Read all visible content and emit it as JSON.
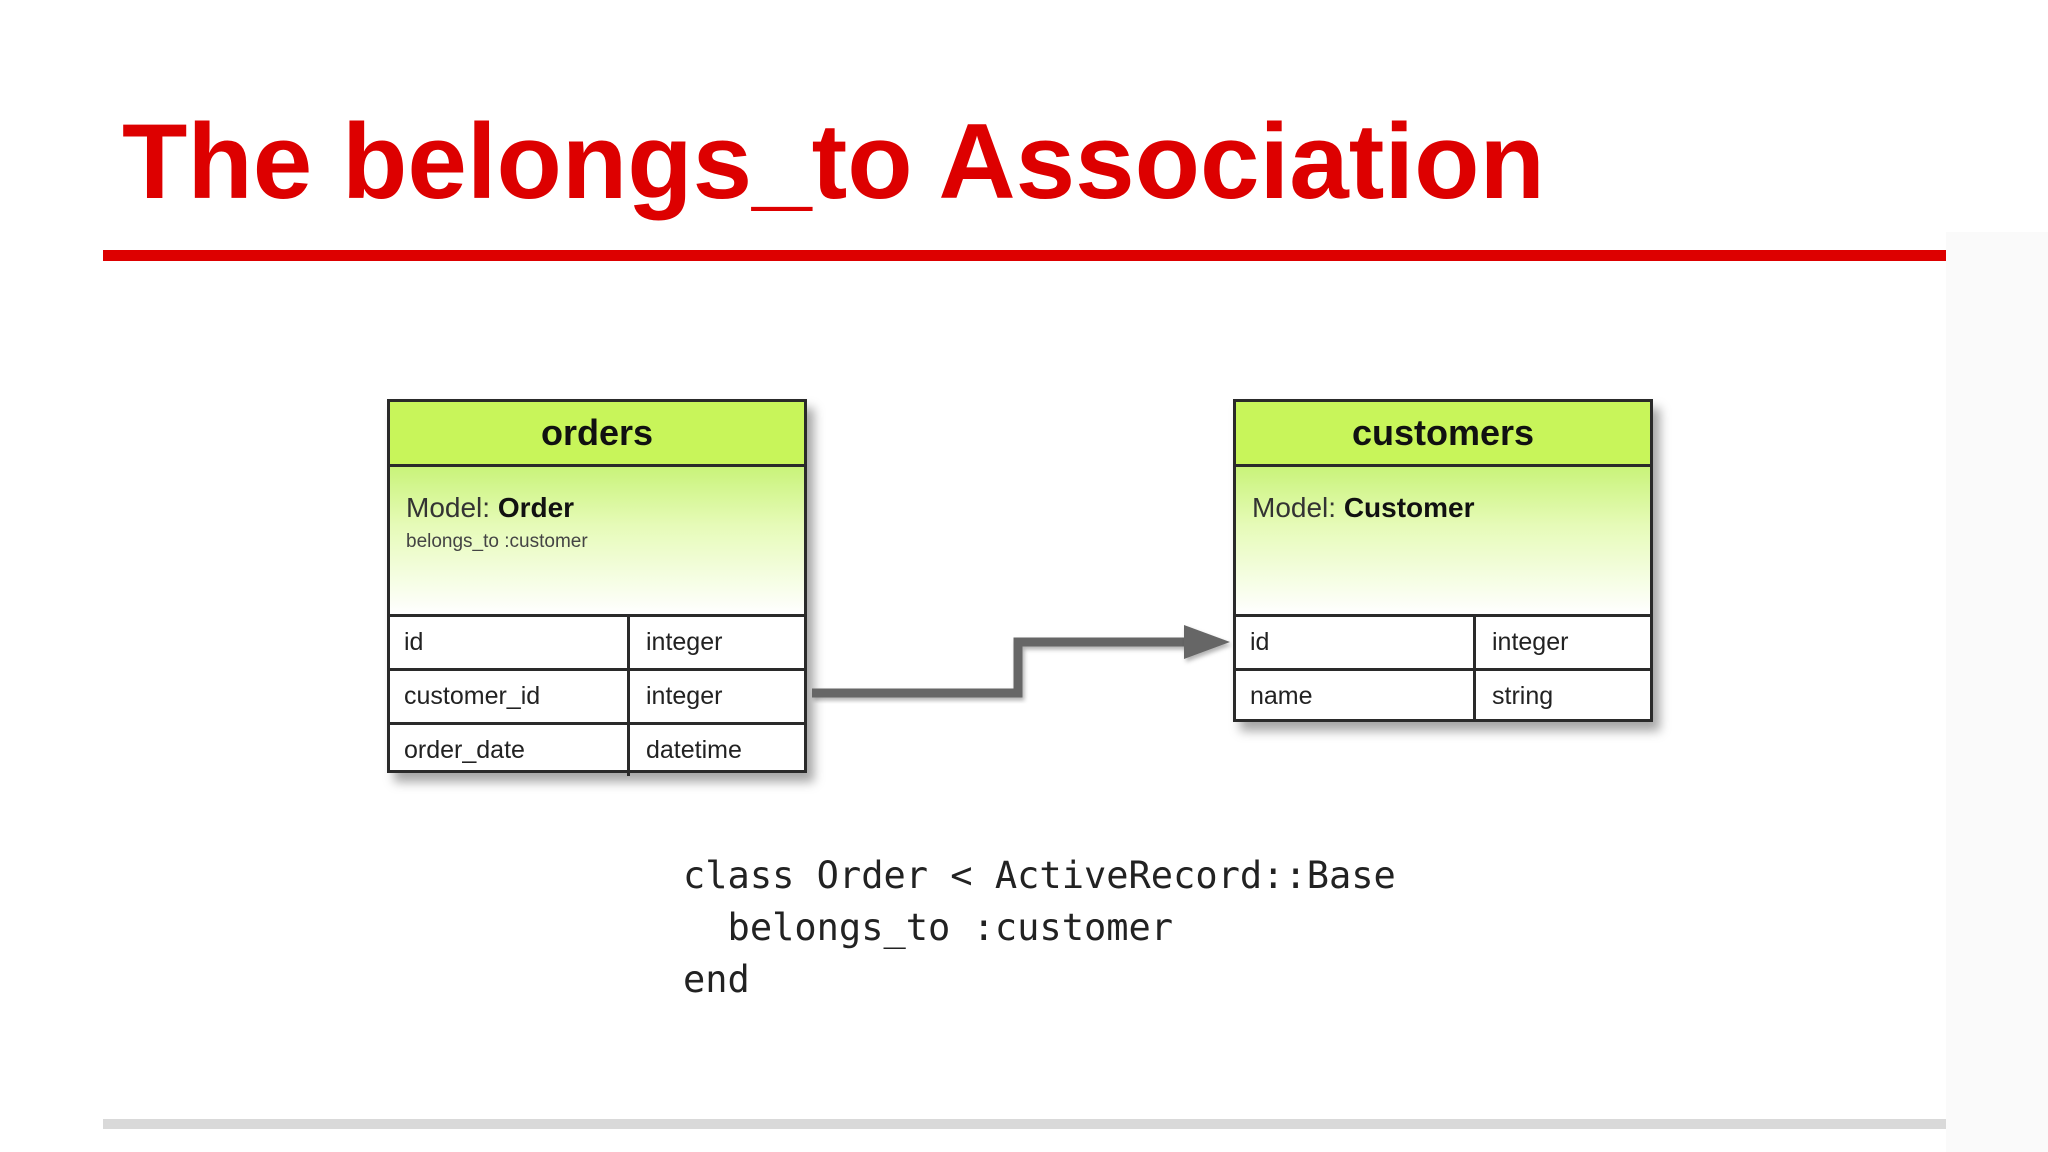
{
  "slide": {
    "title": "The belongs_to Association"
  },
  "tables": {
    "orders": {
      "name": "orders",
      "model_label": "Model: ",
      "model_name": "Order",
      "association": "belongs_to :customer",
      "columns": [
        {
          "name": "id",
          "type": "integer"
        },
        {
          "name": "customer_id",
          "type": "integer"
        },
        {
          "name": "order_date",
          "type": "datetime"
        }
      ]
    },
    "customers": {
      "name": "customers",
      "model_label": "Model: ",
      "model_name": "Customer",
      "columns": [
        {
          "name": "id",
          "type": "integer"
        },
        {
          "name": "name",
          "type": "string"
        }
      ]
    }
  },
  "code": {
    "lines": [
      "class Order < ActiveRecord::Base",
      "  belongs_to :customer",
      "end"
    ]
  },
  "colors": {
    "title": "#dd0000",
    "header_green": "#c8f55a",
    "connector": "#666666",
    "bottom_rule": "#d9d9d9"
  }
}
